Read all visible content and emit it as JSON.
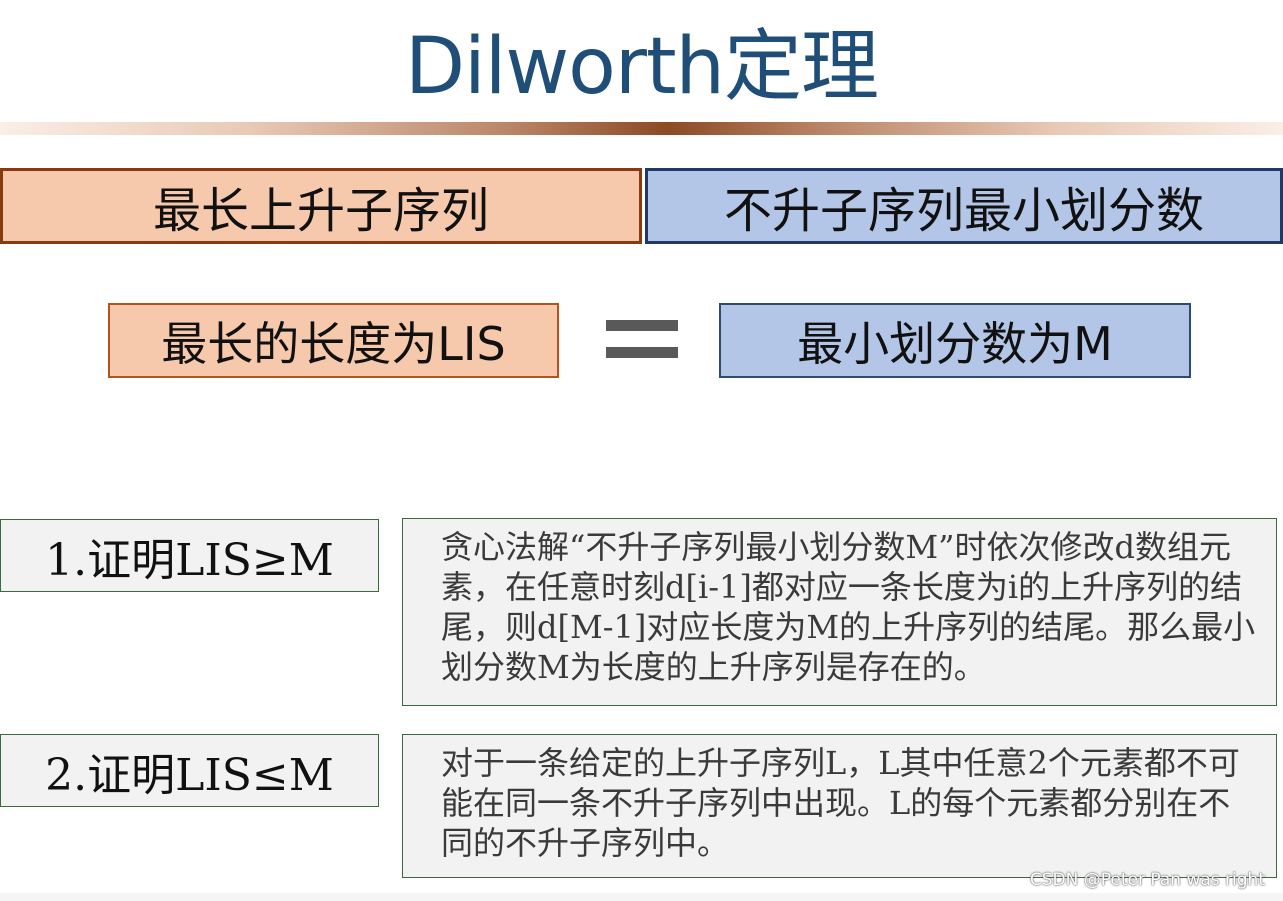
{
  "title": "Dilworth定理",
  "header": {
    "left": "最长上升子序列",
    "right": "不升子序列最小划分数"
  },
  "equation": {
    "left": "最长的长度为LIS",
    "right": "最小划分数为M"
  },
  "proofs": [
    {
      "label": "1.证明LIS≥M",
      "text": "贪心法解“不升子序列最小划分数M”时依次修改d数组元素，在任意时刻d[i-1]都对应一条长度为i的上升序列的结尾，则d[M-1]对应长度为M的上升序列的结尾。那么最小划分数M为长度的上升序列是存在的。"
    },
    {
      "label": "2.证明LIS≤M",
      "text": "对于一条给定的上升子序列L，L其中任意2个元素都不可能在同一条不升子序列中出现。L的每个元素都分别在不同的不升子序列中。"
    }
  ],
  "watermark": "CSDN @Peter Pan was right",
  "colors": {
    "title": "#1f4e79",
    "orange_fill": "#f7c9ac",
    "blue_fill": "#b4c6e7"
  }
}
